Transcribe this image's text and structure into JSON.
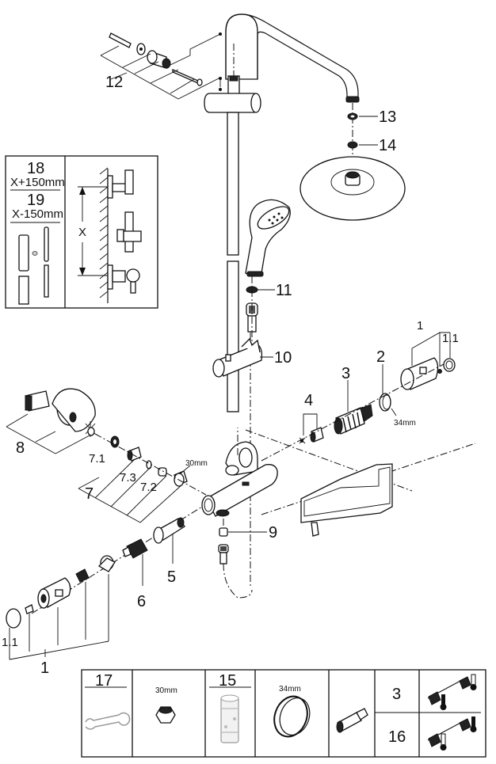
{
  "diagram": {
    "title": "Shower system exploded parts view",
    "callouts": {
      "c1_top": "1",
      "c1_1_top": "1.1",
      "c2": "2",
      "c3": "3",
      "c4": "4",
      "c5": "5",
      "c6": "6",
      "c7": "7",
      "c7_1": "7.1",
      "c7_2": "7.2",
      "c7_3": "7.3",
      "c8": "8",
      "c9": "9",
      "c10": "10",
      "c11": "11",
      "c12": "12",
      "c13": "13",
      "c14": "14",
      "c1_bottom": "1",
      "c1_1_bottom": "1.1"
    },
    "dimensions": {
      "nut_size_top": "30mm",
      "ring_size": "34mm"
    },
    "inset": {
      "item_a_number": "18",
      "item_a_size": "X+150mm",
      "item_b_number": "19",
      "item_b_size": "X-150mm",
      "x_label": "X"
    },
    "tools_table": {
      "cells": [
        {
          "number": "17",
          "icon": "wrench-icon"
        },
        {
          "size": "30mm",
          "icon": "nut-icon"
        },
        {
          "number": "15",
          "icon": "cartridge-sleeve-icon"
        },
        {
          "size": "34mm",
          "icon": "ring-nut-icon"
        },
        {
          "icon": "cartridge-icon"
        }
      ],
      "rows": [
        {
          "number": "3",
          "icon": "hot-cold-swap-icon"
        },
        {
          "number": "16",
          "icon": "cold-hot-swap-icon"
        }
      ]
    }
  }
}
